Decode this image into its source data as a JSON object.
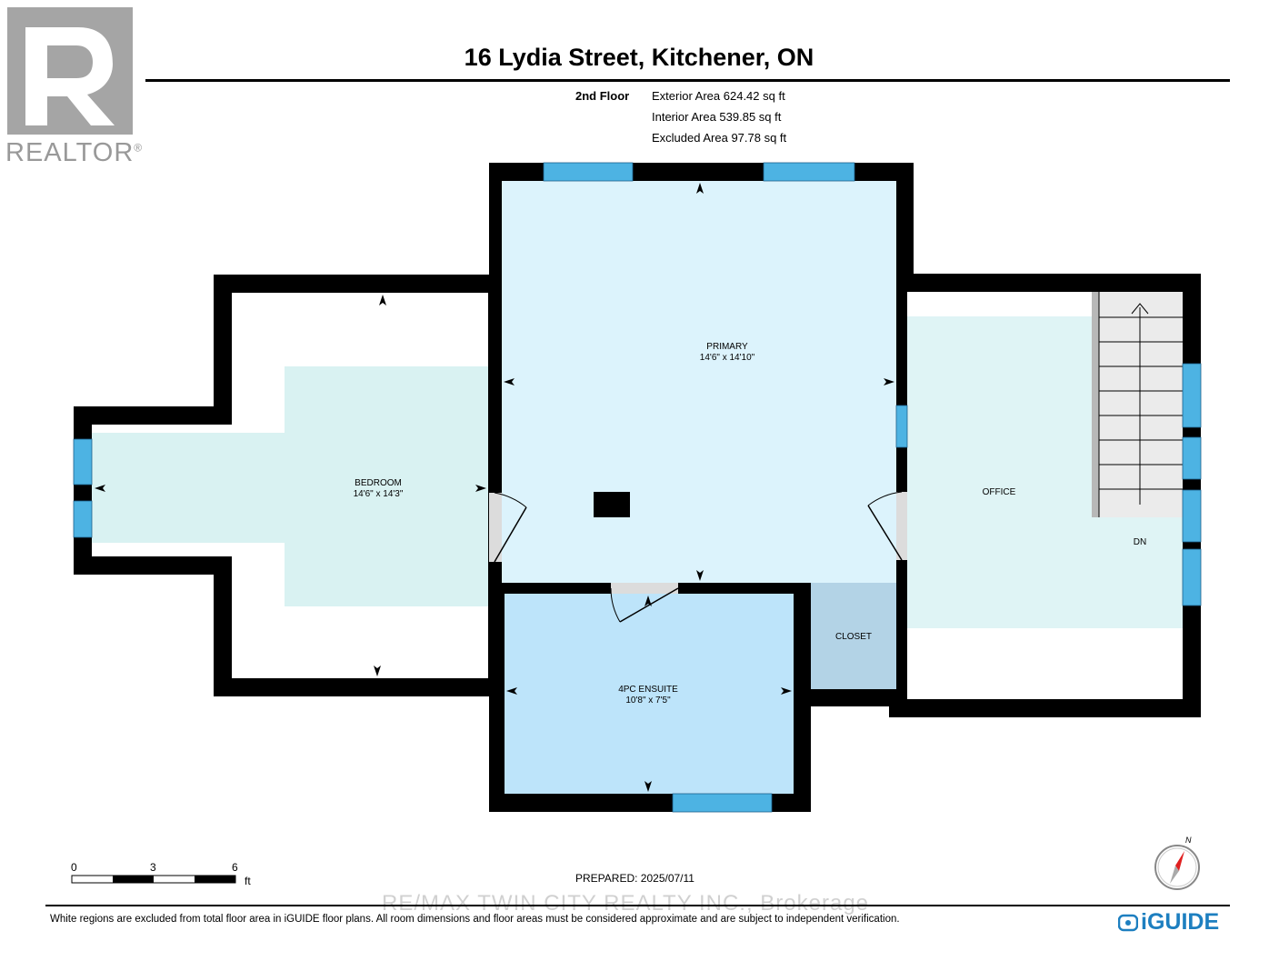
{
  "header": {
    "title": "16 Lydia Street, Kitchener, ON",
    "floor": "2nd Floor",
    "areas": [
      "Exterior Area 624.42 sq ft",
      "Interior Area 539.85 sq ft",
      "Excluded Area 97.78 sq ft"
    ]
  },
  "logo": {
    "text": "REALTOR",
    "icon": "realtor-r-logo"
  },
  "rooms": {
    "primary": {
      "name": "PRIMARY",
      "dims": "14'6\" x 14'10\""
    },
    "bedroom": {
      "name": "BEDROOM",
      "dims": "14'6\" x 14'3\""
    },
    "ensuite": {
      "name": "4PC ENSUITE",
      "dims": "10'8\" x 7'5\""
    },
    "closet": {
      "name": "CLOSET"
    },
    "office": {
      "name": "OFFICE"
    },
    "stairs": {
      "label": "DN"
    }
  },
  "scale": {
    "ticks": [
      "0",
      "3",
      "6"
    ],
    "unit": "ft"
  },
  "compass": {
    "label": "N",
    "icon": "compass-icon"
  },
  "footer": {
    "prepared": "PREPARED: 2025/07/11",
    "watermark": "RE/MAX TWIN CITY REALTY INC., Brokerage",
    "disclaimer": "White regions are excluded from total floor area in iGUIDE floor plans. All room dimensions and floor areas must be considered approximate and are subject to independent verification.",
    "brand": "iGUIDE"
  },
  "colors": {
    "wall": "#000000",
    "primary_fill": "#dcf3fc",
    "bedroom_fill": "#d9f2f2",
    "ensuite_fill": "#bde4fa",
    "closet_fill": "#b3d3e6",
    "office_fill": "#dff4f5",
    "window": "#4db3e3",
    "stairs": "#ebebeb",
    "brand": "#1d7fc0"
  }
}
